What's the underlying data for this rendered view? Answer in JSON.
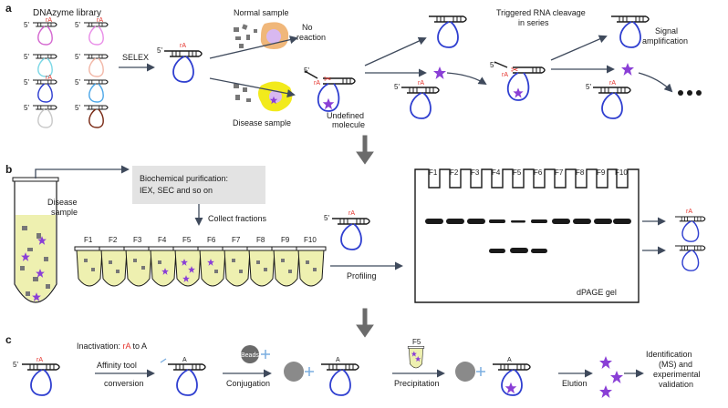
{
  "panels": {
    "a": {
      "label": "a",
      "library_title": "DNAzyme library",
      "selex": "SELEX",
      "normal_sample": "Normal sample",
      "no_reaction_1": "No",
      "no_reaction_2": "reaction",
      "disease_sample": "Disease sample",
      "undefined_1": "Undefined",
      "undefined_2": "molecule",
      "triggered_1": "Triggered RNA cleavage",
      "triggered_2": "in series",
      "signal_1": "Signal",
      "signal_2": "amplification",
      "five_prime": "5'",
      "rA": "rA"
    },
    "b": {
      "label": "b",
      "disease_1": "Disease",
      "disease_2": "sample",
      "purif_1": "Biochemical purification:",
      "purif_2": "IEX, SEC and so on",
      "collect": "Collect fractions",
      "fractions": [
        "F1",
        "F2",
        "F3",
        "F4",
        "F5",
        "F6",
        "F7",
        "F8",
        "F9",
        "F10"
      ],
      "profiling": "Profiling",
      "gel_label": "dPAGE gel"
    },
    "c": {
      "label": "c",
      "inactivation_prefix": "Inactivation: ",
      "inactivation_rA": "rA",
      "inactivation_suffix": " to A",
      "affinity_1": "Affinity tool",
      "affinity_2": "conversion",
      "beads": "Beads",
      "conjugation": "Conjugation",
      "f5": "F5",
      "precipitation": "Precipitation",
      "elution": "Elution",
      "ident_1": "Identification",
      "ident_2": "(MS) and",
      "ident_3": "experimental",
      "ident_4": "validation",
      "A": "A"
    }
  },
  "colors": {
    "loop_blue": "#2f3fd0",
    "cleavage_red": "#e4322b",
    "star_purple": "#8a3fd6",
    "normal_cell": "#f0b77a",
    "disease_cell": "#f2ea1c",
    "fraction_fill": "#eef0b0",
    "purif_box": "#e3e3e3"
  },
  "icons": [
    "scissors-icon",
    "star-icon",
    "bead-icon",
    "arrow-icon",
    "ellipsis-icon"
  ]
}
